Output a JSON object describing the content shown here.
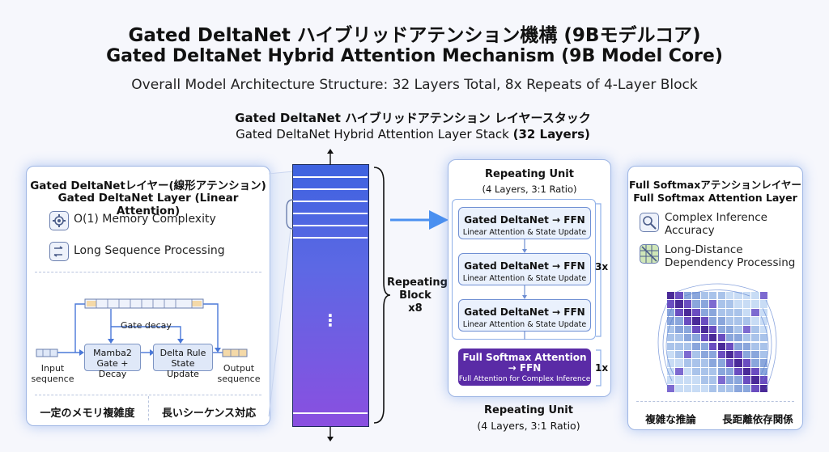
{
  "header": {
    "title_jp": "Gated DeltaNet ハイブリッドアテンション機構 (9Bモデルコア)",
    "title_en": "Gated DeltaNet Hybrid Attention Mechanism (9B Model Core)",
    "subtitle": "Overall Model Architecture Structure: 32 Layers Total, 8x Repeats of 4-Layer Block"
  },
  "stack": {
    "title_jp": "Gated DeltaNet ハイブリッドアテンション レイヤースタック",
    "title_en_prefix": "Gated DeltaNet Hybrid Attention Layer Stack ",
    "title_en_bold": "(32 Layers)",
    "ellipsis": "⋮",
    "brace_label_1": "Repeating",
    "brace_label_2": "Block",
    "brace_label_3": "x8"
  },
  "left_panel": {
    "title_jp": "Gated DeltaNetレイヤー(線形アテンション)",
    "title_en": "Gated DeltaNet Layer (Linear Attention)",
    "features": [
      {
        "icon": "gear-icon",
        "label": "O(1) Memory Complexity"
      },
      {
        "icon": "sequence-icon",
        "label": "Long Sequence Processing"
      }
    ],
    "diagram": {
      "gate_decay": "Gate decay",
      "mamba_1": "Mamba2",
      "mamba_2": "Gate + Decay",
      "delta_1": "Delta Rule",
      "delta_2": "State Update",
      "input_1": "Input",
      "input_2": "sequence",
      "output_1": "Output",
      "output_2": "sequence"
    },
    "footer_left": "一定のメモリ複雑度",
    "footer_right": "長いシーケンス対応"
  },
  "center_panel": {
    "top_title": "Repeating Unit",
    "top_sub": "(4 Layers, 3:1 Ratio)",
    "units": [
      {
        "main": "Gated DeltaNet → FFN",
        "sub": "Linear Attention & State Update"
      },
      {
        "main": "Gated DeltaNet → FFN",
        "sub": "Linear Attention & State Update"
      },
      {
        "main": "Gated DeltaNet → FFN",
        "sub": "Linear Attention & State Update"
      }
    ],
    "repeat_3x": "3x",
    "softmax_main_1": "Full Softmax Attention",
    "softmax_main_2": "→ FFN",
    "softmax_sub": "Full Attention for Complex Inference",
    "repeat_1x": "1x",
    "bottom_title": "Repeating Unit",
    "bottom_sub": "(4 Layers, 3:1 Ratio)"
  },
  "right_panel": {
    "title_jp": "Full Softmaxアテンションレイヤー",
    "title_en": "Full Softmax Attention Layer",
    "features": [
      {
        "icon": "magnifier-chart-icon",
        "line1": "Complex Inference",
        "line2": "Accuracy"
      },
      {
        "icon": "grid-icon",
        "line1": "Long-Distance",
        "line2": "Dependency Processing"
      }
    ],
    "footer_left": "複雑な推論",
    "footer_right": "長距離依存関係"
  },
  "colors": {
    "panel_border": "#9fb6e4",
    "stack_top": "#3e63e0",
    "stack_bottom": "#8a4fe0",
    "softmax": "#5a2ba6",
    "arrow": "#4a90f0"
  }
}
